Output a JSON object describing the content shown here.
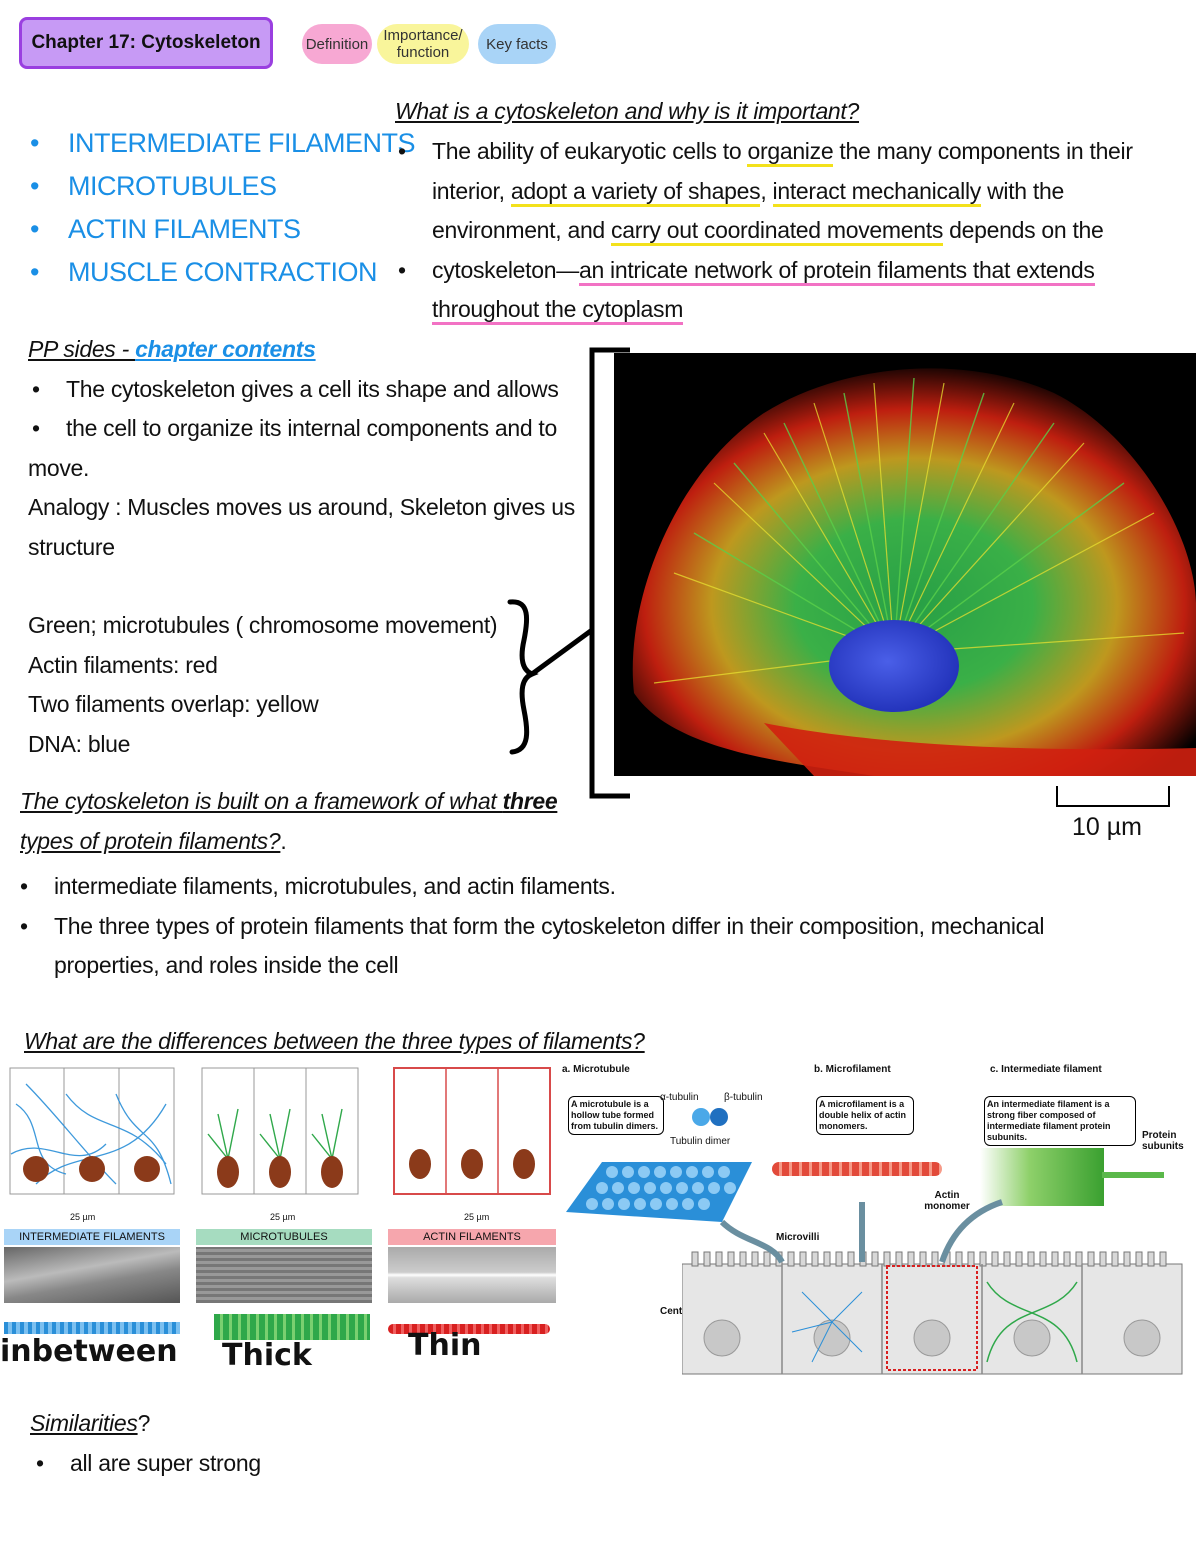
{
  "header": {
    "title": "Chapter 17: Cytoskeleton",
    "tags": [
      {
        "label": "Definition",
        "color": "#f7a8d3"
      },
      {
        "label": "Importance/ function",
        "color": "#f9f59b"
      },
      {
        "label": "Key facts",
        "color": "#a9d4f7"
      }
    ]
  },
  "topics": [
    "INTERMEDIATE FILAMENTS",
    "MICROTUBULES",
    "ACTIN FILAMENTS",
    "MUSCLE CONTRACTION"
  ],
  "q1": {
    "question": "What is a cytoskeleton and why is it important?",
    "a1_p1": "The ability of eukaryotic cells to ",
    "a1_h1": "organize",
    "a1_p2": " the many components in their interior, ",
    "a1_h2": "adopt a variety of shapes",
    "a1_p3": ", ",
    "a1_h3": "interact mechanically",
    "a1_p4": " with the environment, and ",
    "a1_h4": "carry out coordinated movements",
    "a1_p5": " depends on the",
    "a2_p1": "cytoskeleton—",
    "a2_h1": "an intricate network of protein filaments that extends throughout the cytoplasm"
  },
  "pp": {
    "label": "PP sides - ",
    "link": "chapter contents",
    "bullet1": "The cytoskeleton gives a cell its shape and allows",
    "bullet2": "the cell to organize its internal components and to",
    "cont": "move.",
    "analogy": "Analogy : Muscles moves us around, Skeleton gives us structure",
    "legend": [
      "Green; microtubules ( chromosome movement)",
      "Actin filaments: red",
      "Two filaments overlap: yellow",
      "DNA: blue"
    ]
  },
  "micrograph": {
    "scale": "10 µm"
  },
  "q2": {
    "question_p1": "The cytoskeleton is built on a framework of what ",
    "question_bold": "three",
    "question_p2": " types of protein filaments?",
    "question_end": ".",
    "bullet1": "intermediate filaments, microtubules, and actin filaments.",
    "bullet2": "The three types of protein filaments that form the cytoskeleton differ in their composition, mechanical properties, and roles inside the cell"
  },
  "q3": {
    "question": "What are the differences between the three types of filaments?"
  },
  "filament_panels": [
    {
      "label": "INTERMEDIATE FILAMENTS",
      "scale": "25 µm",
      "hand": "inbetween",
      "label_color": "#a9d4f7",
      "line": "#2a8fd8"
    },
    {
      "label": "MICROTUBULES",
      "scale": "25 µm",
      "hand": "Thick",
      "label_color": "#a6dcc0",
      "line": "#2fa84a"
    },
    {
      "label": "ACTIN FILAMENTS",
      "scale": "25 µm",
      "hand": "Thin",
      "label_color": "#f6a6ad",
      "line": "#d84a4a"
    }
  ],
  "diagram": {
    "a_title": "a. Microtubule",
    "a_desc": "A microtubule is a hollow tube formed from tubulin dimers.",
    "alpha": "α-tubulin",
    "beta": "β-tubulin",
    "dimer": "Tubulin dimer",
    "b_title": "b. Microfilament",
    "b_desc": "A microfilament is a double helix of actin monomers.",
    "actin": "Actin monomer",
    "c_title": "c. Intermediate filament",
    "c_desc": "An intermediate filament is a strong fiber composed of intermediate filament protein subunits.",
    "protein": "Protein subunits",
    "microvilli": "Microvilli",
    "centrosome": "Centrosome"
  },
  "similarities": {
    "question": "Similarities",
    "mark": "?",
    "bullet": "all are super strong"
  }
}
